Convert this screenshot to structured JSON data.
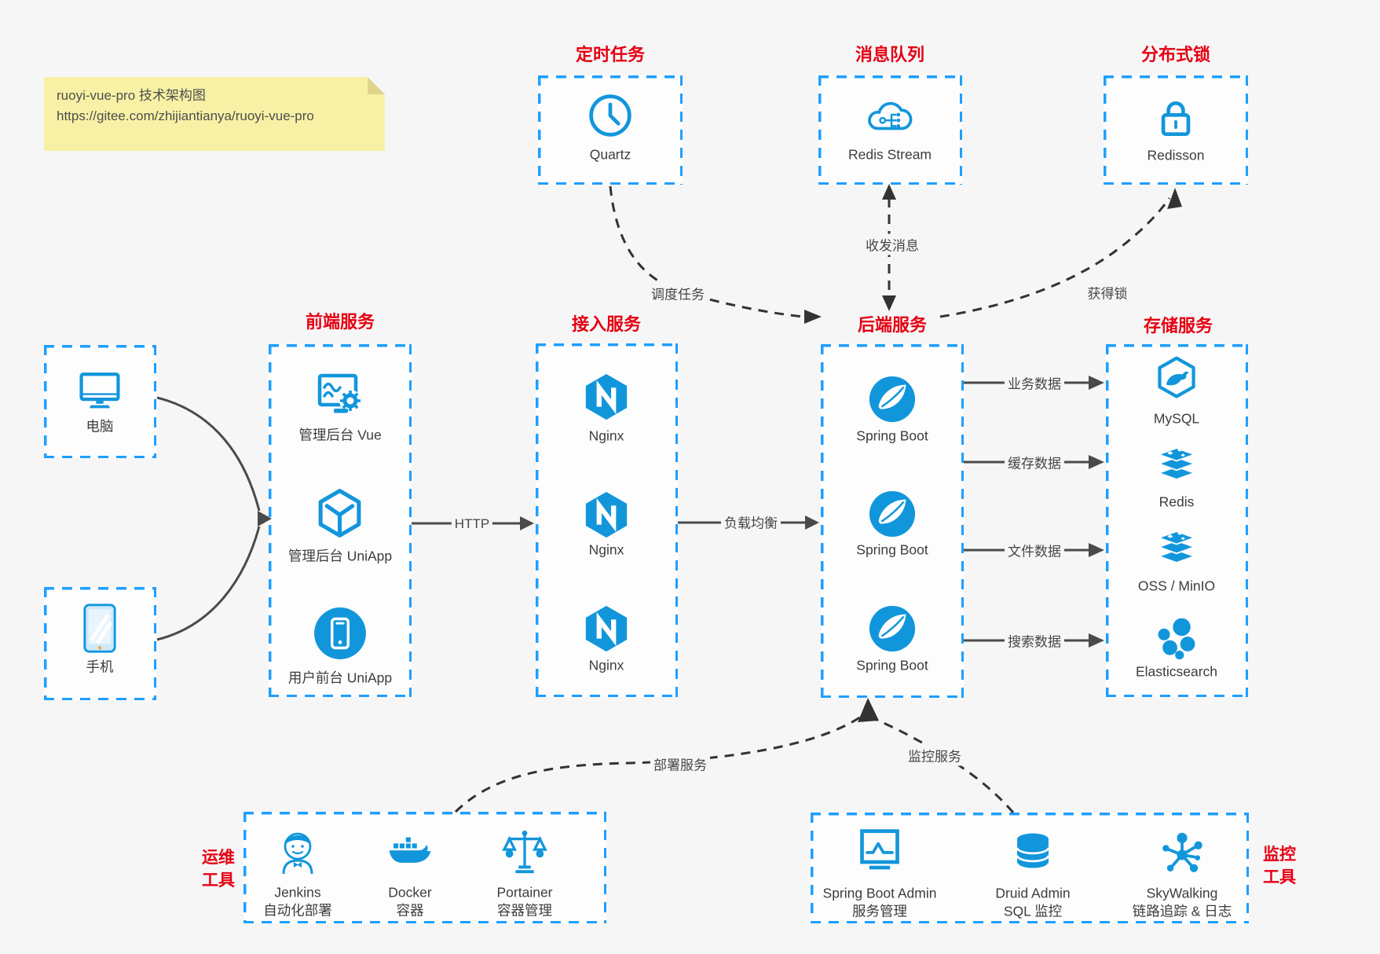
{
  "note": {
    "line1": "ruoyi-vue-pro 技术架构图",
    "line2": "https://gitee.com/zhijiantianya/ruoyi-vue-pro"
  },
  "groups": {
    "scheduler": {
      "title": "定时任务",
      "item": {
        "label": "Quartz",
        "icon": "clock-icon"
      }
    },
    "mq": {
      "title": "消息队列",
      "item": {
        "label": "Redis Stream",
        "icon": "cloud-mq-icon"
      }
    },
    "lock": {
      "title": "分布式锁",
      "item": {
        "label": "Redisson",
        "icon": "lock-icon"
      }
    },
    "clients": {
      "pc": {
        "label": "电脑",
        "icon": "desktop-icon"
      },
      "phone": {
        "label": "手机",
        "icon": "phone-icon"
      }
    },
    "frontend": {
      "title": "前端服务",
      "items": [
        {
          "label": "管理后台 Vue",
          "icon": "admin-vue-icon"
        },
        {
          "label": "管理后台 UniApp",
          "icon": "uniapp-cube-icon"
        },
        {
          "label": "用户前台 UniApp",
          "icon": "mobile-app-icon"
        }
      ]
    },
    "gateway": {
      "title": "接入服务",
      "items": [
        {
          "label": "Nginx",
          "icon": "nginx-icon"
        },
        {
          "label": "Nginx",
          "icon": "nginx-icon"
        },
        {
          "label": "Nginx",
          "icon": "nginx-icon"
        }
      ]
    },
    "backend": {
      "title": "后端服务",
      "items": [
        {
          "label": "Spring Boot",
          "icon": "spring-icon"
        },
        {
          "label": "Spring Boot",
          "icon": "spring-icon"
        },
        {
          "label": "Spring Boot",
          "icon": "spring-icon"
        }
      ]
    },
    "storage": {
      "title": "存储服务",
      "items": [
        {
          "label": "MySQL",
          "icon": "mysql-icon"
        },
        {
          "label": "Redis",
          "icon": "redis-stack-icon"
        },
        {
          "label": "OSS / MinIO",
          "icon": "storage-stack-icon"
        },
        {
          "label": "Elasticsearch",
          "icon": "elasticsearch-icon"
        }
      ]
    },
    "devops": {
      "title": [
        "运维",
        "工具"
      ],
      "items": [
        {
          "label": "Jenkins",
          "desc": "自动化部署",
          "icon": "jenkins-icon"
        },
        {
          "label": "Docker",
          "desc": "容器",
          "icon": "docker-whale-icon"
        },
        {
          "label": "Portainer",
          "desc": "容器管理",
          "icon": "portainer-scale-icon"
        }
      ]
    },
    "monitoring": {
      "title": [
        "监控",
        "工具"
      ],
      "items": [
        {
          "label": "Spring Boot Admin",
          "desc": "服务管理",
          "icon": "monitor-chart-icon"
        },
        {
          "label": "Druid Admin",
          "desc": "SQL 监控",
          "icon": "database-icon"
        },
        {
          "label": "SkyWalking",
          "desc": "链路追踪 & 日志",
          "icon": "topology-icon"
        }
      ]
    }
  },
  "edges": {
    "schedule": "调度任务",
    "message": "收发消息",
    "acquire_lock": "获得锁",
    "http": "HTTP",
    "load_balance": "负载均衡",
    "business_data": "业务数据",
    "cache_data": "缓存数据",
    "file_data": "文件数据",
    "search_data": "搜索数据",
    "deploy": "部署服务",
    "monitor": "监控服务"
  },
  "colors": {
    "box_border": "#1e9fff",
    "icon_blue": "#1296db",
    "title_red": "#e60012",
    "solid_arrow": "#4a4a4a",
    "dashed_arrow": "#333333",
    "note_bg": "#f8f1a5"
  }
}
